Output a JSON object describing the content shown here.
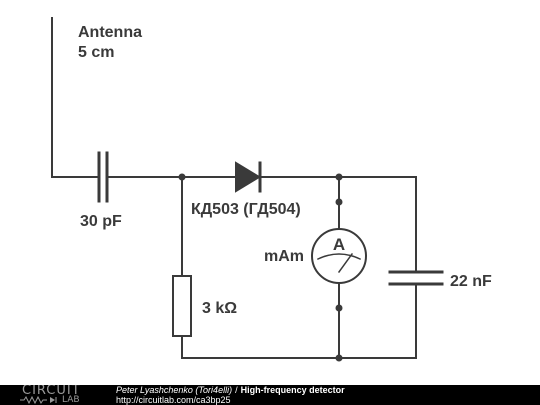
{
  "labels": {
    "antenna_name": "Antenna",
    "antenna_length": "5 cm",
    "input_capacitor": "30 pF",
    "diode": "КД503 (ГД504)",
    "resistor": "3 kΩ",
    "ammeter_unit": "mAm",
    "ammeter_symbol": "A",
    "output_capacitor": "22 nF"
  },
  "footer": {
    "logo_top": "CIRCUIT",
    "logo_bottom": "LAB",
    "author": "Peter Lyashchenko (Tori4elli)",
    "separator": "/",
    "title": "High-frequency detector",
    "url": "http://circuitlab.com/ca3bp25"
  }
}
